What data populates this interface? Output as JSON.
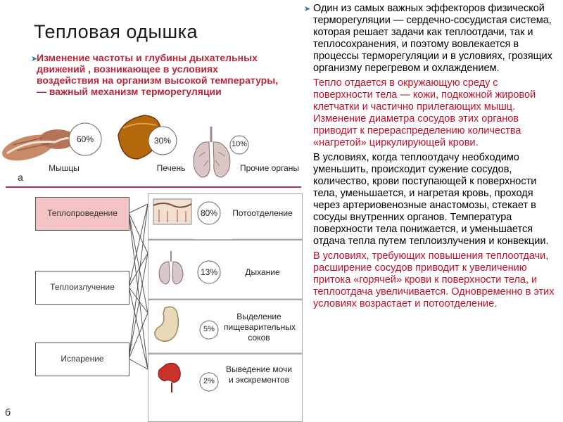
{
  "title": "Тепловая одышка",
  "left_bullet": "Изменение частоты и глубины дыхательных движений , возникающее в условиях воздействия на организм высокой температуры, — важный механизм терморегуляции",
  "right_paragraphs": [
    {
      "text": "Один из самых важных эффекторов физической терморегуляции — сердечно-сосудистая система, которая решает задачи как теплоотдачи, так и теплосохранения, и поэтому вовлекается в процессы терморегуляции и в условиях, грозящих организму перегревом и охлаждением.",
      "color": "#000000",
      "bullet": true
    },
    {
      "text": "Тепло отдается в окружающую среду с поверхности тела — кожи, подкожной жировой клетчатки и частично прилегающих мышц. Изменение диаметра сосудов этих органов приводит к перераспределению количества «нагретой» циркулирующей крови.",
      "color": "#c0102a",
      "bullet": false
    },
    {
      "text": "В условиях, когда теплоотдачу необходимо уменьшить, происходит сужение сосудов, количество, крови поступающей к поверхности тела, уменьшается, и нагретая кровь, проходя через артериовенозные анастомозы, стекает в сосуды внутренних органов. Температура поверхности тела понижается, и уменьшается отдача тепла путем теплоизлучения и конвекции.",
      "color": "#000000",
      "bullet": false
    },
    {
      "text": "В условиях, требующих повышения теплоотдачи, расширение сосудов приводит к увеличению притока «горячей» крови к поверхности тела, и теплоотдача увеличивается. Одновременно в этих условиях возрастает и потоотделение.",
      "color": "#c0102a",
      "bullet": false
    }
  ],
  "figure": {
    "panel_a_label": "а",
    "panel_b_label": "б",
    "production": [
      {
        "organ": "Мышцы",
        "percent": "60%",
        "icon": "muscle-icon"
      },
      {
        "organ": "Печень",
        "percent": "30%",
        "icon": "liver-icon"
      },
      {
        "organ": "Прочие органы",
        "percent": "10%",
        "icon": "lungs-icon"
      }
    ],
    "methods": [
      {
        "label": "Теплопроведение",
        "highlight": true
      },
      {
        "label": "Теплоизлучение",
        "highlight": false
      },
      {
        "label": "Испарение",
        "highlight": false
      }
    ],
    "outputs": [
      {
        "label": "Потоотделение",
        "percent": "80%",
        "icon": "skin-icon"
      },
      {
        "label": "Дыхание",
        "percent": "13%",
        "icon": "lungs-icon"
      },
      {
        "label": "Выделение пищеварительных соков",
        "percent": "5%",
        "icon": "stomach-icon"
      },
      {
        "label": "Выведение мочи и экскрементов",
        "percent": "2%",
        "icon": "kidney-icon"
      }
    ],
    "colors": {
      "method_highlight": "#f4c4c4",
      "method_normal": "#ffffff",
      "divider": "#b03050",
      "accent": "#2c7a9a"
    }
  }
}
